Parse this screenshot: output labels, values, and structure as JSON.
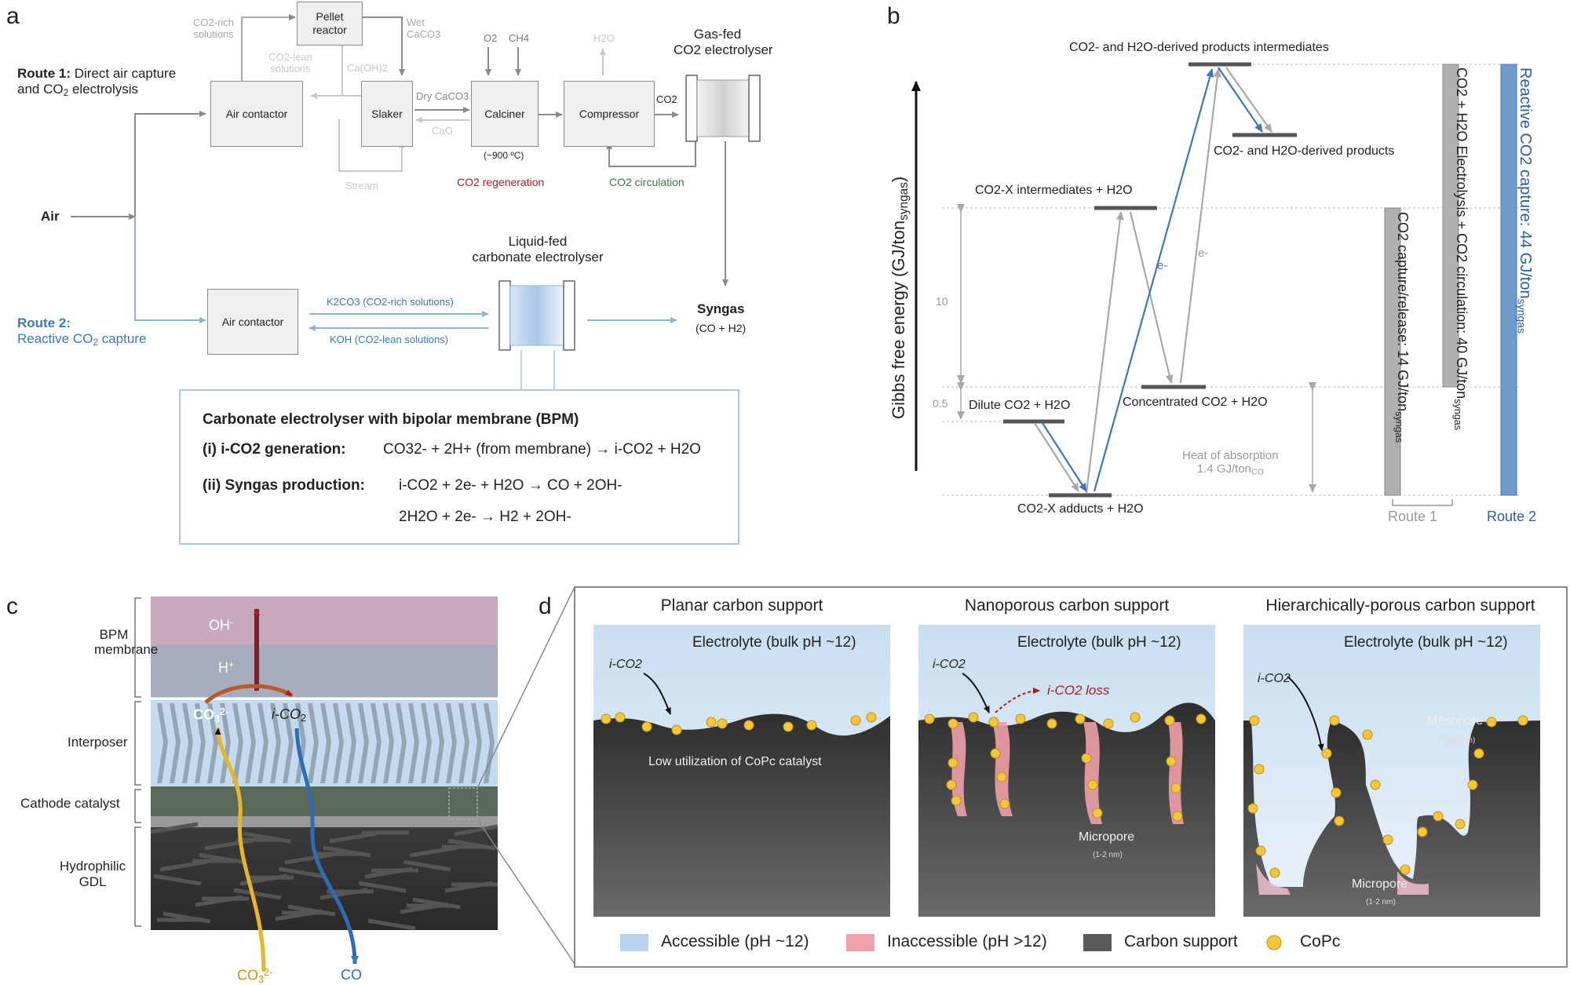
{
  "panels": {
    "a": "a",
    "b": "b",
    "c": "c",
    "d": "d"
  },
  "a": {
    "route1_bold": "Route 1:",
    "route1_rest1": " Direct air capture",
    "route1_rest2": "and CO",
    "route1_rest2b": "2",
    "route1_rest2c": " electrolysis",
    "air": "Air",
    "route2_line1": "Route 2:",
    "route2_line2a": "Reactive CO",
    "route2_line2b": "2",
    "route2_line2c": " capture",
    "air_contactor": "Air contactor",
    "pellet_reactor": "Pellet reactor",
    "slaker": "Slaker",
    "calciner": "Calciner",
    "compressor": "Compressor",
    "co2_rich_solutions": "CO2-rich solutions",
    "co2_lean_solutions": "CO2-lean solutions",
    "wet_caco3": "Wet CaCO3",
    "caoh2": "Ca(OH)2",
    "dry_caco3": "Dry CaCO3",
    "cao": "CaO",
    "stream": "Stream",
    "o2": "O2",
    "ch4": "CH4",
    "h2o": "H2O",
    "co2": "CO2",
    "temp": "(~900 ºC)",
    "co2_regeneration": "CO2 regeneration",
    "co2_circulation": "CO2 circulation",
    "gasfed_1": "Gas-fed",
    "gasfed_2": "CO2 electrolyser",
    "liquidfed_1": "Liquid-fed",
    "liquidfed_2": "carbonate electrolyser",
    "syngas": "Syngas",
    "syngas_sub": "(CO + H2)",
    "k2co3": "K2CO3 (CO2-rich solutions)",
    "koh": "KOH (CO2-lean solutions)",
    "bpm_title": "Carbonate electrolyser with bipolar membrane (BPM)",
    "bpm_i_label": "(i) i-CO2 generation:",
    "bpm_i_eq": "CO32- + 2H+ (from membrane) → i-CO2 + H2O",
    "bpm_ii_label": "(ii) Syngas production:",
    "bpm_ii_eq1": "i-CO2 + 2e- + H2O → CO + 2OH-",
    "bpm_ii_eq2": "2H2O + 2e- → H2 + 2OH-"
  },
  "b": {
    "ylabel": "Gibbs free energy (GJ/ton",
    "ylabel_sub": "syngas",
    "ylabel_end": ")",
    "levels": [
      {
        "label": "CO2- and H2O-derived products intermediates"
      },
      {
        "label": "CO2- and H2O-derived products"
      },
      {
        "label": "CO2-X intermediates + H2O"
      },
      {
        "label": "Dilute CO2 + H2O"
      },
      {
        "label": "Concentrated CO2 + H2O"
      },
      {
        "label": "CO2-X adducts + H2O"
      }
    ],
    "tick_10": "10",
    "tick_05": "0.5",
    "e1": "e-",
    "e2": "e-",
    "heat1": "Heat of absorption",
    "heat2": "1.4 GJ/ton",
    "heat2_sub": "CO",
    "bar1": "CO2 capture/release: 14 GJ/ton",
    "bar1_sub": "syngas",
    "bar2": "CO2 + H2O Electrolysis + CO2 circulation: 40 GJ/ton",
    "bar2_sub": "syngas",
    "bar3": "Reactive CO2 capture: 44 GJ/ton",
    "bar3_sub": "syngas",
    "route1": "Route 1",
    "route2": "Route 2"
  },
  "c": {
    "bpm_membrane": "BPM membrane",
    "oh": "OH",
    "oh_sup": "-",
    "h": "H",
    "h_sup": "+",
    "interposer": "Interposer",
    "co3": "CO",
    "co3_sub": "3",
    "co3_sup": "2-",
    "ico2": "i-CO",
    "ico2_sub": "2",
    "cathode": "Cathode catalyst",
    "gdl1": "Hydrophilic",
    "gdl2": "GDL",
    "co3_bottom": "CO",
    "co": "CO"
  },
  "d": {
    "planar_title": "Planar carbon support",
    "nano_title": "Nanoporous carbon support",
    "hier_title": "Hierarchically-porous carbon support",
    "electrolyte": "Electrolyte (bulk pH ~12)",
    "ico2": "i-CO2",
    "ico2_loss": "i-CO2 loss",
    "low_util": "Low utilization of CoPc catalyst",
    "micropore": "Micropore",
    "micropore_size": "(1-2 nm)",
    "mesopore": "Mesopore",
    "mesopore_size": "(2-50 nm)",
    "legend": [
      {
        "label": "Accessible (pH ~12)",
        "color": "#b8d4ec"
      },
      {
        "label": "Inaccessible (pH >12)",
        "color": "#f0a0a8"
      },
      {
        "label": "Carbon support",
        "color": "#5a5a5a"
      },
      {
        "label": "CoPc",
        "color": "#f5c63a"
      }
    ]
  },
  "colors": {
    "route2_blue": "#3d78b4",
    "grey": "#a8a8a8",
    "regen_red": "#a32020",
    "circ_green": "#3a7a3a",
    "legend_box": "#888888"
  }
}
